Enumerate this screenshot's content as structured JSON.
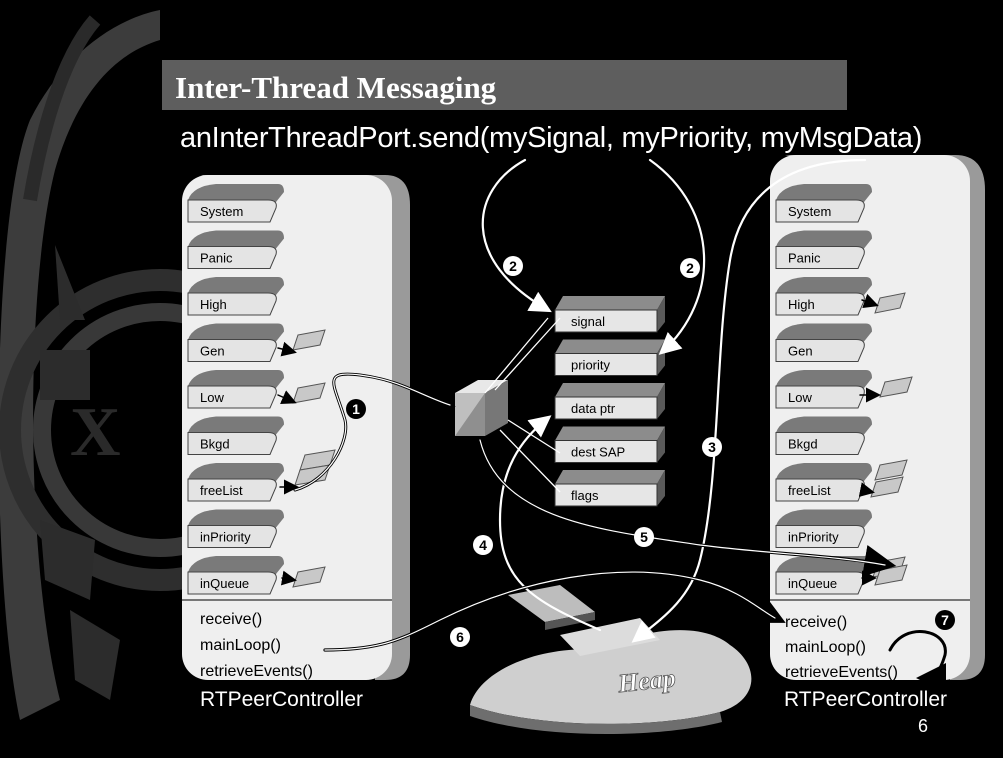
{
  "title": "Inter-Thread Messaging",
  "call_text": "anInterThreadPort.send(mySignal, myPriority, myMsgData)",
  "slide_number": "6",
  "left_controller": {
    "name": "RTPeerController",
    "queues": [
      "System",
      "Panic",
      "High",
      "Gen",
      "Low",
      "Bkgd",
      "freeList",
      "inPriority",
      "inQueue"
    ],
    "methods": [
      "receive()",
      "mainLoop()",
      "retrieveEvents()"
    ]
  },
  "right_controller": {
    "name": "RTPeerController",
    "queues": [
      "System",
      "Panic",
      "High",
      "Gen",
      "Low",
      "Bkgd",
      "freeList",
      "inPriority",
      "inQueue"
    ],
    "methods": [
      "receive()",
      "mainLoop()",
      "retrieveEvents()"
    ]
  },
  "message_fields": [
    "signal",
    "priority",
    "data ptr",
    "dest SAP",
    "flags"
  ],
  "heap_label": "Heap",
  "step_markers": {
    "s1": "1",
    "s2a": "2",
    "s2b": "2",
    "s3": "3",
    "s4": "4",
    "s5": "5",
    "s6": "6",
    "s7": "7"
  },
  "colors": {
    "background": "#000000",
    "title_bar": "#5e5e5e",
    "panel": "#efefef",
    "panel_shadow": "#9a9a9a",
    "tab": "#dcdcdc",
    "tab_dark": "#7a7a7a",
    "clock_dark": "#3a3a3a"
  }
}
